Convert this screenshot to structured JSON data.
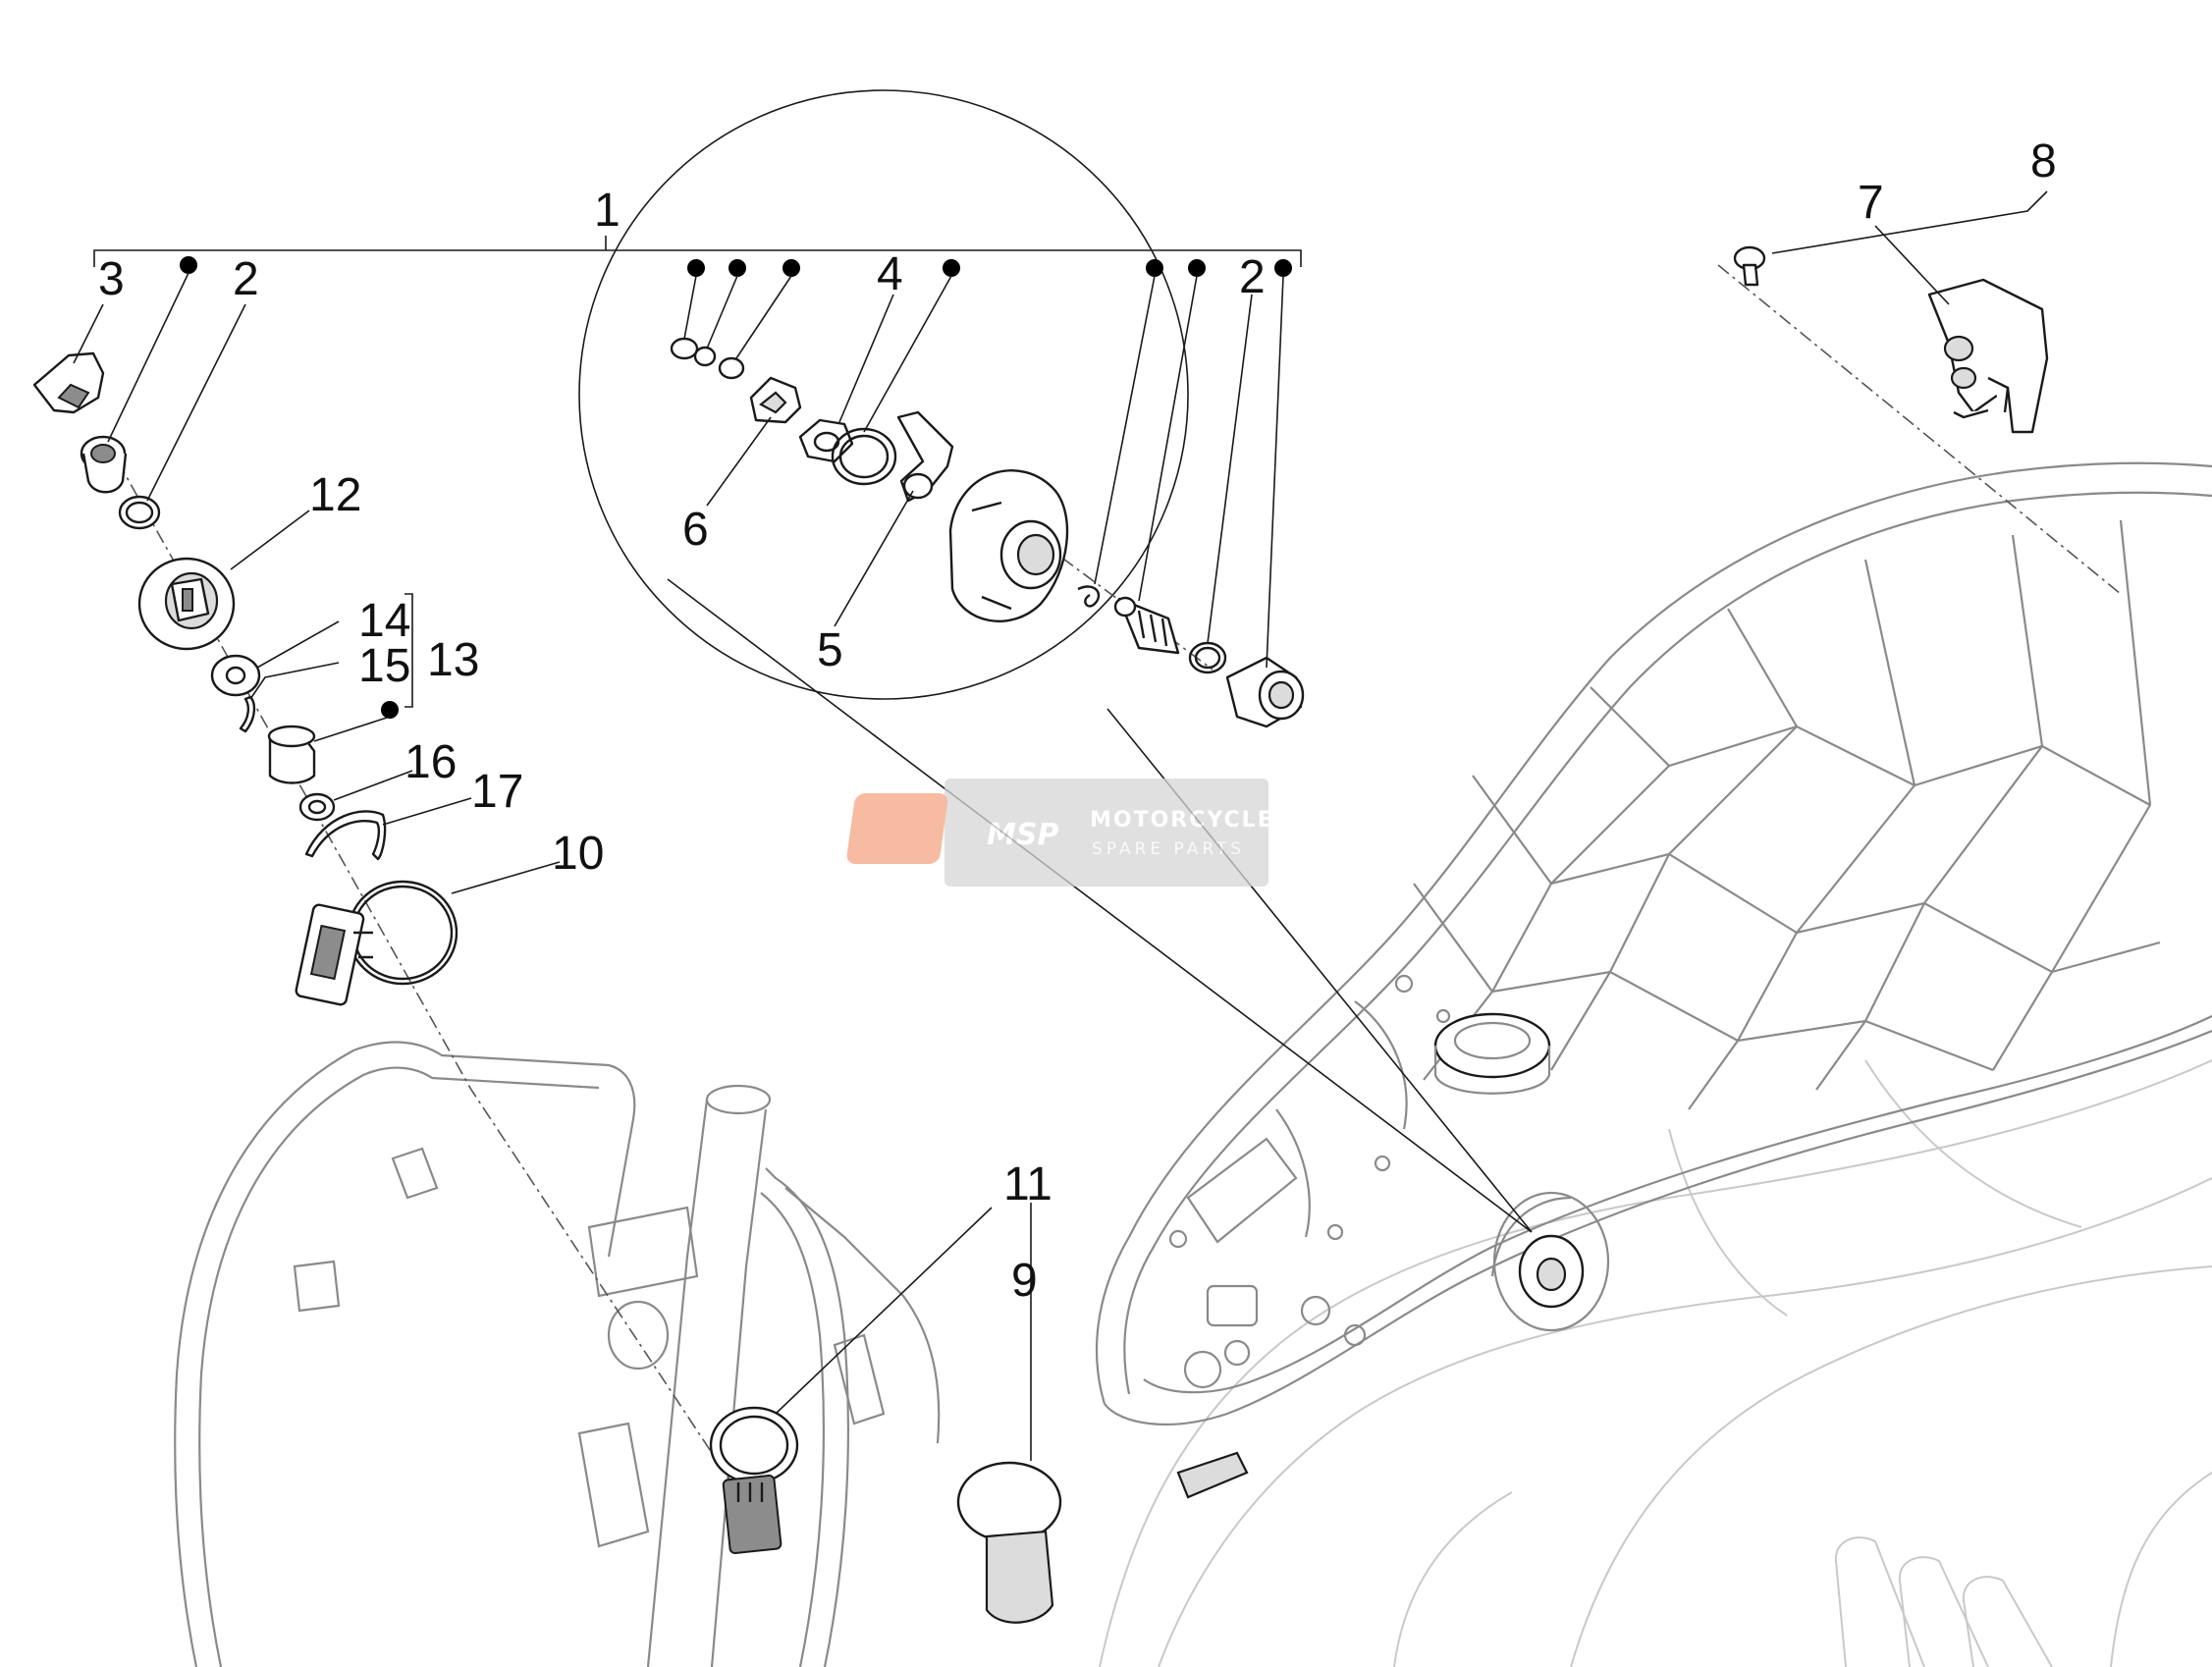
{
  "callouts": [
    {
      "id": "c1",
      "label": "1"
    },
    {
      "id": "c2a",
      "label": "2"
    },
    {
      "id": "c2b",
      "label": "2"
    },
    {
      "id": "c3",
      "label": "3"
    },
    {
      "id": "c4",
      "label": "4"
    },
    {
      "id": "c5",
      "label": "5"
    },
    {
      "id": "c6",
      "label": "6"
    },
    {
      "id": "c7",
      "label": "7"
    },
    {
      "id": "c8",
      "label": "8"
    },
    {
      "id": "c9",
      "label": "9"
    },
    {
      "id": "c10",
      "label": "10"
    },
    {
      "id": "c11",
      "label": "11"
    },
    {
      "id": "c12",
      "label": "12"
    },
    {
      "id": "c13",
      "label": "13"
    },
    {
      "id": "c14",
      "label": "14"
    },
    {
      "id": "c15",
      "label": "15"
    },
    {
      "id": "c16",
      "label": "16"
    },
    {
      "id": "c17",
      "label": "17"
    }
  ],
  "watermark": {
    "logo": "MSP",
    "title": "MOTORCYCLE",
    "subtitle": "SPARE PARTS"
  },
  "colors": {
    "line": "#1a1a1a",
    "faint": "#c9c9c9",
    "watermark_bg": "#e0e0e0",
    "watermark_logo": "#f4a582"
  }
}
